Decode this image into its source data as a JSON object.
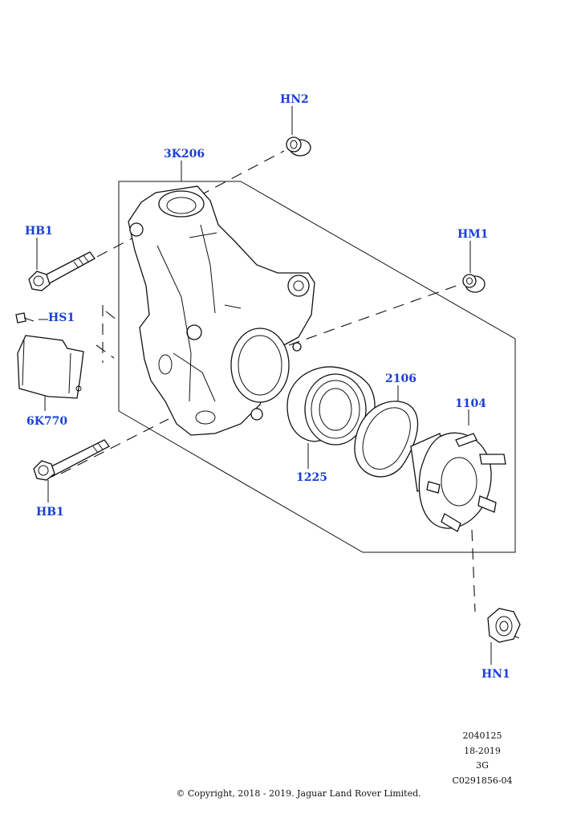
{
  "callouts": {
    "hn2": "HN2",
    "k3206": "3K206",
    "hb1_top": "HB1",
    "hm1": "HM1",
    "hs1": "HS1",
    "k6770": "6K770",
    "p2106": "2106",
    "p1104": "1104",
    "p1225": "1225",
    "hb1_bottom": "HB1",
    "hn1": "HN1"
  },
  "meta": {
    "line1": "2040125",
    "line2": "18-2019",
    "line3": "3G",
    "line4": "C0291856-04"
  },
  "copyright": "© Copyright, 2018 - 2019. Jaguar Land Rover Limited.",
  "colors": {
    "callout": "#1a3fd1",
    "lines": "#111111"
  }
}
